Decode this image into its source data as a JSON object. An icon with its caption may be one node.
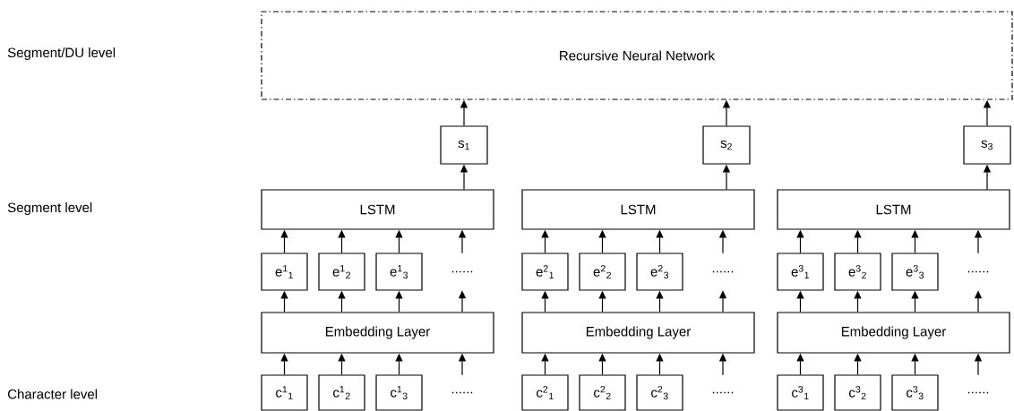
{
  "diagram": {
    "nodes": [
      {
        "text": [
          "Recursive Neural Network"
        ]
      },
      {
        "text": [
          "s$_{1}$"
        ]
      },
      {
        "text": [
          "s$_{2}$"
        ]
      },
      {
        "text": [
          "s$_{3}$"
        ]
      },
      {
        "text": [
          "LSTM"
        ]
      },
      {
        "text": [
          "LSTM"
        ]
      },
      {
        "text": [
          "LSTM"
        ]
      },
      {
        "text": [
          "e$^{1}$$_{1}$"
        ]
      },
      {
        "text": [
          "e$^{1}$$_{2}$"
        ]
      },
      {
        "text": [
          "e$^{1}$$_{3}$"
        ]
      },
      {
        "text": [
          "......"
        ]
      },
      {
        "text": [
          "e$^{2}$$_{1}$"
        ]
      },
      {
        "text": [
          "e$^{2}$$_{2}$"
        ]
      },
      {
        "text": [
          "e$^{2}$$_{3}$"
        ]
      },
      {
        "text": [
          "......"
        ]
      },
      {
        "text": [
          "e$^{3}$$_{1}$"
        ]
      },
      {
        "text": [
          "e$^{3}$$_{2}$"
        ]
      },
      {
        "text": [
          "e$^{3}$$_{3}$"
        ]
      },
      {
        "text": [
          "......"
        ]
      },
      {
        "text": [
          "Embedding Layer"
        ]
      },
      {
        "text": [
          "Embedding Layer"
        ]
      },
      {
        "text": [
          "Embedding Layer"
        ]
      },
      {
        "text": [
          "c$^{1}$$_{1}$"
        ]
      },
      {
        "text": [
          "c$^{1}$$_{2}$"
        ]
      },
      {
        "text": [
          "c$^{1}$$_{3}$"
        ]
      },
      {
        "text": [
          "......"
        ]
      },
      {
        "text": [
          "c$^{2}$$_{1}$"
        ]
      },
      {
        "text": [
          "c$^{2}$$_{2}$"
        ]
      },
      {
        "text": [
          "c$^{2}$$_{3}$"
        ]
      },
      {
        "text": [
          "......"
        ]
      },
      {
        "text": [
          "c$^{3}$$_{1}$"
        ]
      },
      {
        "text": [
          "c$^{3}$$_{2}$"
        ]
      },
      {
        "text": [
          "c$^{3}$$_{3}$"
        ]
      },
      {
        "text": [
          "......"
        ]
      }
    ],
    "edges": [
      {
        "from": 1,
        "to": 0,
        "arrow": "to"
      },
      {
        "from": 2,
        "to": 0,
        "arrow": "to"
      },
      {
        "from": 3,
        "to": 0,
        "arrow": "to"
      },
      {
        "from": 4,
        "to": 1,
        "arrow": "to"
      },
      {
        "from": 5,
        "to": 2,
        "arrow": "to"
      },
      {
        "from": 6,
        "to": 3,
        "arrow": "to"
      },
      {
        "from": 7,
        "to": 4,
        "arrow": "to"
      },
      {
        "from": 8,
        "to": 4,
        "arrow": "to"
      },
      {
        "from": 9,
        "to": 4,
        "arrow": "to"
      },
      {
        "from": 10,
        "to": 4,
        "arrow": "to"
      },
      {
        "from": 11,
        "to": 5,
        "arrow": "to"
      },
      {
        "from": 12,
        "to": 5,
        "arrow": "to"
      },
      {
        "from": 13,
        "to": 5,
        "arrow": "to"
      },
      {
        "from": 14,
        "to": 5,
        "arrow": "to"
      },
      {
        "from": 15,
        "to": 6,
        "arrow": "to"
      },
      {
        "from": 16,
        "to": 6,
        "arrow": "to"
      },
      {
        "from": 17,
        "to": 6,
        "arrow": "to"
      },
      {
        "from": 18,
        "to": 6,
        "arrow": "to"
      },
      {
        "from": 19,
        "to": 7,
        "arrow": "to"
      },
      {
        "from": 19,
        "to": 8,
        "arrow": "to"
      },
      {
        "from": 19,
        "to": 9,
        "arrow": "to"
      },
      {
        "from": 19,
        "to": 10,
        "arrow": "to"
      },
      {
        "from": 20,
        "to": 11,
        "arrow": "to"
      },
      {
        "from": 20,
        "to": 12,
        "arrow": "to"
      },
      {
        "from": 20,
        "to": 13,
        "arrow": "to"
      },
      {
        "from": 20,
        "to": 14,
        "arrow": "to"
      },
      {
        "from": 21,
        "to": 15,
        "arrow": "to"
      },
      {
        "from": 21,
        "to": 16,
        "arrow": "to"
      },
      {
        "from": 21,
        "to": 17,
        "arrow": "to"
      },
      {
        "from": 21,
        "to": 18,
        "arrow": "to"
      },
      {
        "from": 22,
        "to": 19,
        "arrow": "to"
      },
      {
        "from": 23,
        "to": 19,
        "arrow": "to"
      },
      {
        "from": 24,
        "to": 19,
        "arrow": "to"
      },
      {
        "from": 25,
        "to": 19,
        "arrow": "to"
      },
      {
        "from": 26,
        "to": 20,
        "arrow": "to"
      },
      {
        "from": 27,
        "to": 20,
        "arrow": "to"
      },
      {
        "from": 28,
        "to": 20,
        "arrow": "to"
      },
      {
        "from": 29,
        "to": 20,
        "arrow": "to"
      },
      {
        "from": 30,
        "to": 21,
        "arrow": "to"
      },
      {
        "from": 31,
        "to": 21,
        "arrow": "to"
      },
      {
        "from": 32,
        "to": 21,
        "arrow": "to"
      },
      {
        "from": 33,
        "to": 21,
        "arrow": "to"
      }
    ],
    "labels": [
      "Segment/DU level",
      "Segment level",
      "Character level"
    ]
  }
}
